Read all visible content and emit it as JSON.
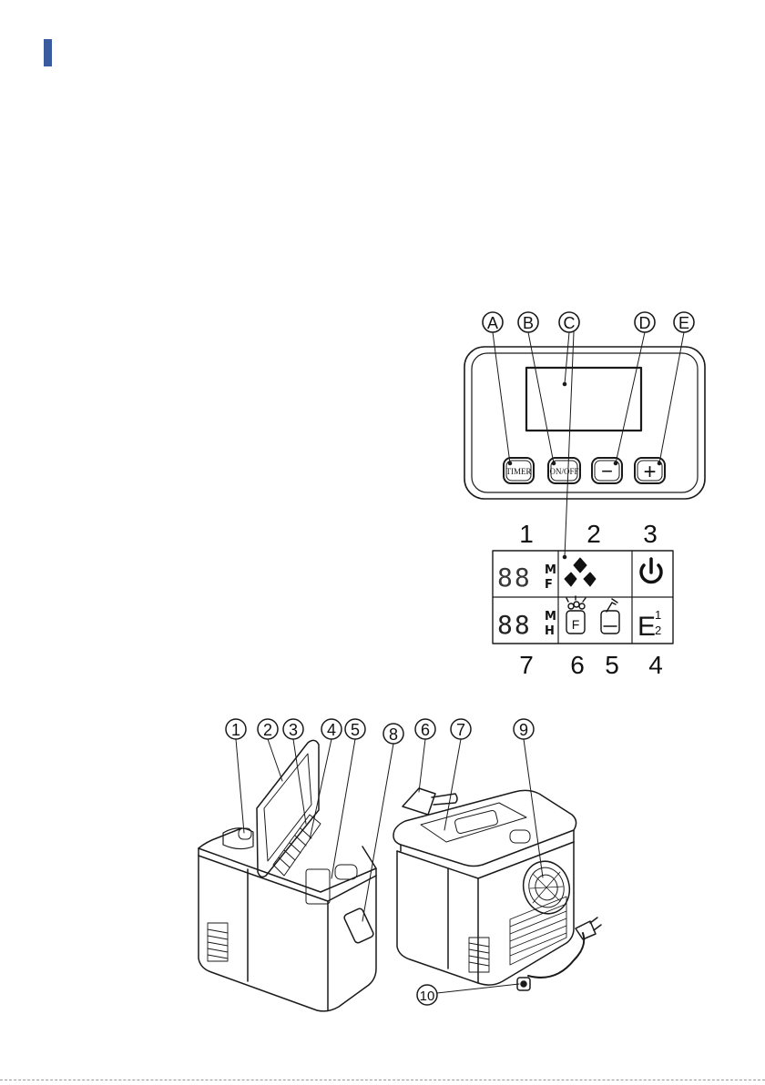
{
  "colors": {
    "accent": "#3a5ba0",
    "line": "#1a1a1a"
  },
  "control_panel": {
    "callouts": [
      "A",
      "B",
      "C",
      "D",
      "E"
    ],
    "buttons": {
      "timer": "TIMER",
      "onoff": "ON/OFF",
      "minus": "−",
      "plus": "+"
    }
  },
  "display": {
    "top_numbers": [
      "1",
      "2",
      "3"
    ],
    "bottom_numbers": [
      "7",
      "6",
      "5",
      "4"
    ],
    "digits_top": "88",
    "digits_bottom": "88",
    "unit_m": "M",
    "unit_f": "F",
    "unit_h": "H",
    "error_code": "E",
    "error_sub_1": "1",
    "error_sub_2": "2",
    "full_icon_letter": "F"
  },
  "machine": {
    "callouts": [
      "1",
      "2",
      "3",
      "4",
      "5",
      "8",
      "6",
      "7",
      "9",
      "10"
    ]
  }
}
